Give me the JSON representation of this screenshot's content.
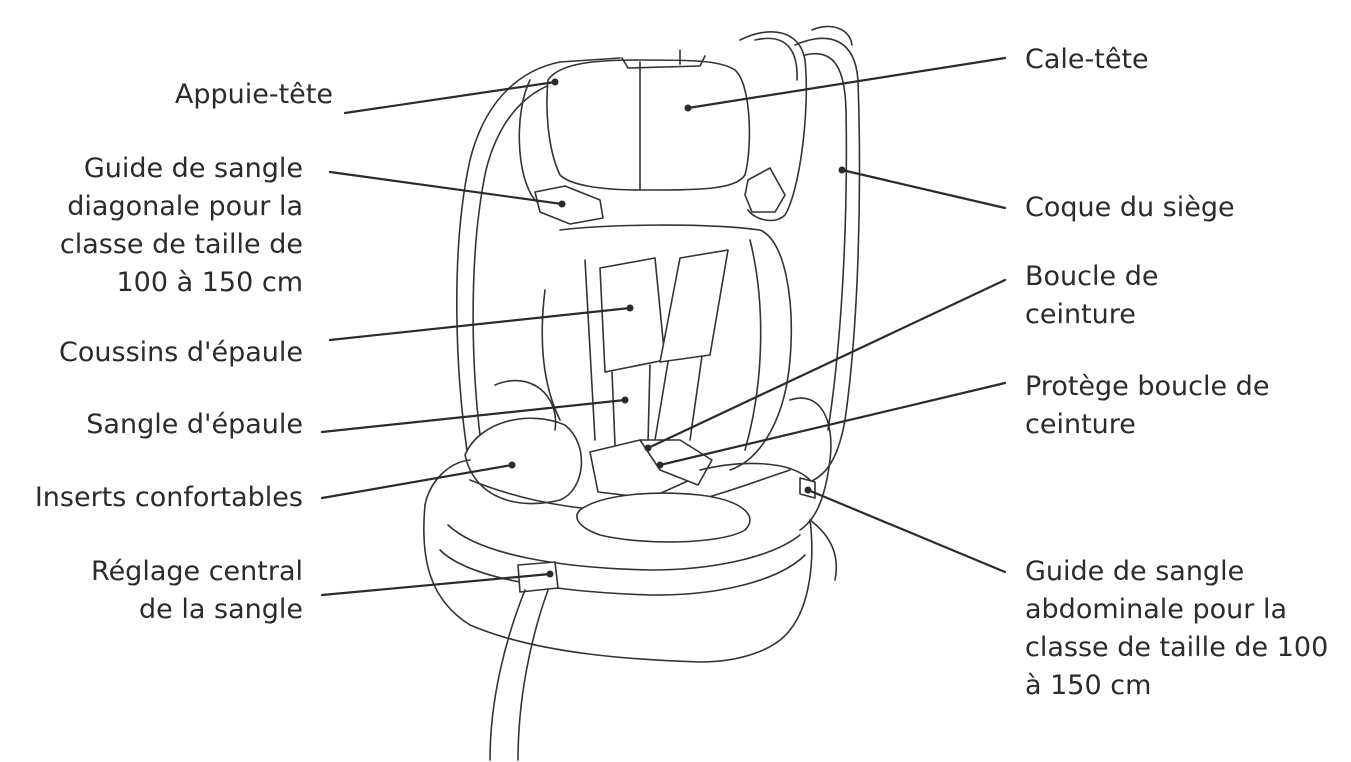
{
  "labels": {
    "appuie_tete": [
      "Appuie-tête"
    ],
    "guide_sangle_diagonale": [
      "Guide de sangle",
      "diagonale pour la",
      "classe de taille de",
      "100 à 150 cm"
    ],
    "coussins_epaule": [
      "Coussins d'épaule"
    ],
    "sangle_epaule": [
      "Sangle d'épaule"
    ],
    "inserts_confortables": [
      "Inserts confortables"
    ],
    "reglage_central": [
      "Réglage central",
      "de la sangle"
    ],
    "cale_tete": [
      "Cale-tête"
    ],
    "coque_siege": [
      "Coque du siège"
    ],
    "boucle_ceinture": [
      "Boucle de",
      "ceinture"
    ],
    "protege_boucle": [
      "Protège boucle de",
      "ceinture"
    ],
    "guide_sangle_abdominale": [
      "Guide de sangle",
      "abdominale pour la",
      "classe de taille de 100",
      "à 150 cm"
    ]
  },
  "colors": {
    "line": "#2b2b2b",
    "text": "#2b2b2b",
    "background": "#ffffff"
  }
}
